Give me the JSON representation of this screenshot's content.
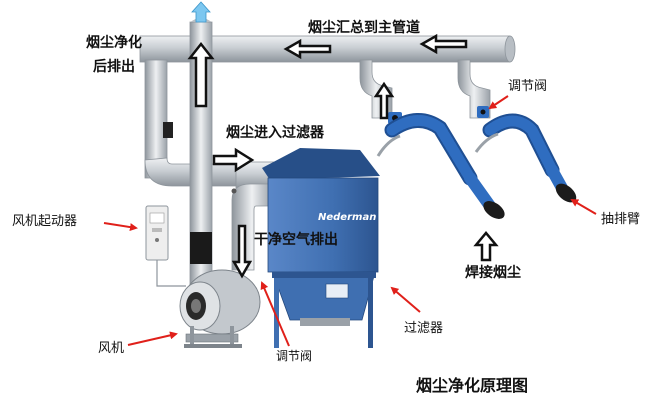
{
  "labels": {
    "clean_exhaust_line1": "烟尘净化",
    "clean_exhaust_line2": "后排出",
    "fume_to_main_duct": "烟尘汇总到主管道",
    "damper_top": "调节阀",
    "fume_into_filter": "烟尘进入过滤器",
    "fan_starter": "风机起动器",
    "clean_air_out": "干净空气排出",
    "extraction_arm": "抽排臂",
    "welding_fume": "焊接烟尘",
    "filter": "过滤器",
    "fan": "风机",
    "damper_bottom": "调节阀",
    "title": "烟尘净化原理图"
  },
  "equipment": {
    "filter_brand": "Nederman"
  },
  "colors": {
    "duct_gray": "#c9ced3",
    "duct_shade": "#9aa1a8",
    "filter_blue": "#3f6fb1",
    "arm_blue": "#2f6dc0",
    "arrow_red": "#e0201a",
    "flow_arrow": "#111111"
  }
}
